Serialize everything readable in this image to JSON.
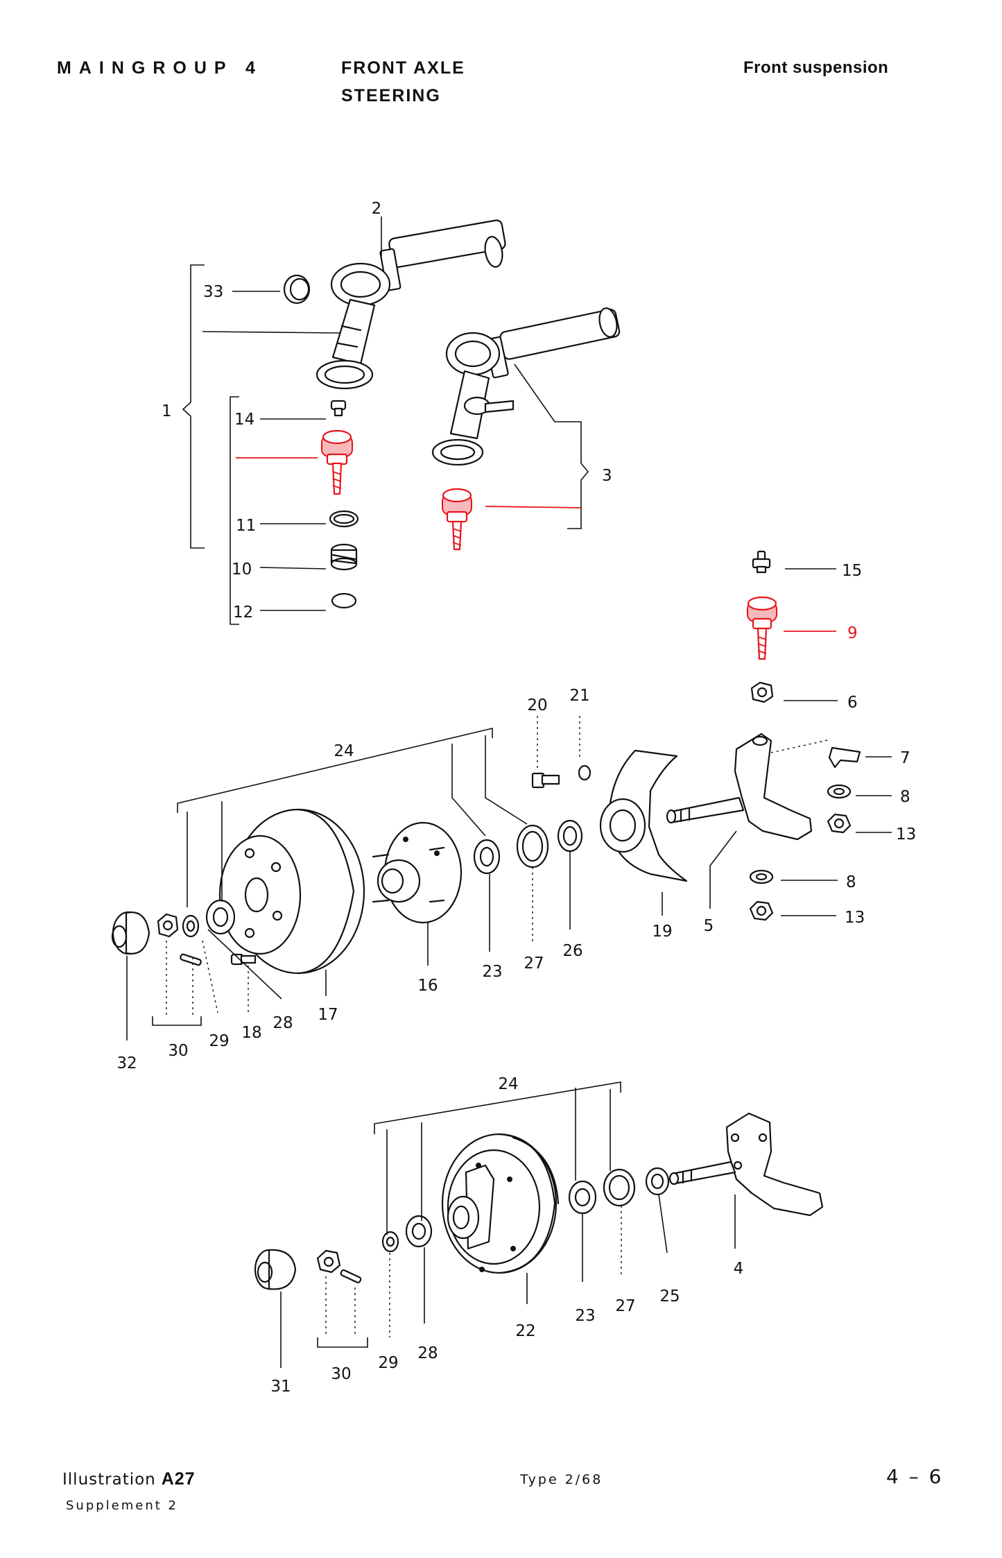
{
  "header": {
    "group": "MAINGROUP 4",
    "title": "FRONT AXLE",
    "subtitle": "STEERING",
    "right": "Front suspension"
  },
  "callouts": {
    "c1": "1",
    "c2": "2",
    "c3": "3",
    "c4": "4",
    "c5": "5",
    "c6": "6",
    "c7": "7",
    "c8a": "8",
    "c8b": "8",
    "c9": "9",
    "c10": "10",
    "c11": "11",
    "c12": "12",
    "c13a": "13",
    "c13b": "13",
    "c14": "14",
    "c15": "15",
    "c16": "16",
    "c17": "17",
    "c18": "18",
    "c19": "19",
    "c20": "20",
    "c21": "21",
    "c22": "22",
    "c23a": "23",
    "c23b": "23",
    "c24a": "24",
    "c24b": "24",
    "c25": "25",
    "c26": "26",
    "c27a": "27",
    "c27b": "27",
    "c28a": "28",
    "c28b": "28",
    "c29a": "29",
    "c29b": "29",
    "c30a": "30",
    "c30b": "30",
    "c31": "31",
    "c32": "32",
    "c33": "33"
  },
  "highlight_color": "#e8141b",
  "footer": {
    "illustration_label": "Illustration",
    "illustration_code": "A27",
    "supplement": "Supplement 2",
    "type": "Type 2/68",
    "page": "4 – 6"
  }
}
